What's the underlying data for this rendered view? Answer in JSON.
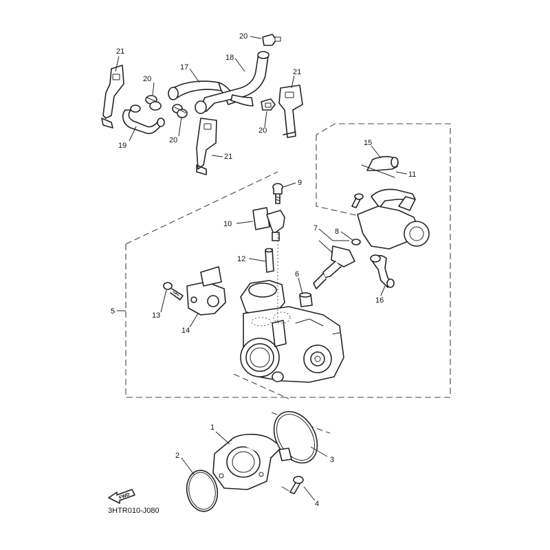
{
  "diagram_code": "3HTR010-J080",
  "fwd_label": "FWD",
  "callouts": {
    "c1": "1",
    "c2": "2",
    "c3": "3",
    "c4": "4",
    "c5": "5",
    "c6": "6",
    "c7": "7",
    "c8": "8",
    "c9": "9",
    "c10": "10",
    "c11": "11",
    "c12": "12",
    "c13": "13",
    "c14": "14",
    "c15": "15",
    "c16": "16",
    "c17": "17",
    "c18": "18",
    "c19": "19",
    "c20a": "20",
    "c20b": "20",
    "c20c": "20",
    "c20d": "20",
    "c21a": "21",
    "c21b": "21",
    "c21c": "21"
  }
}
